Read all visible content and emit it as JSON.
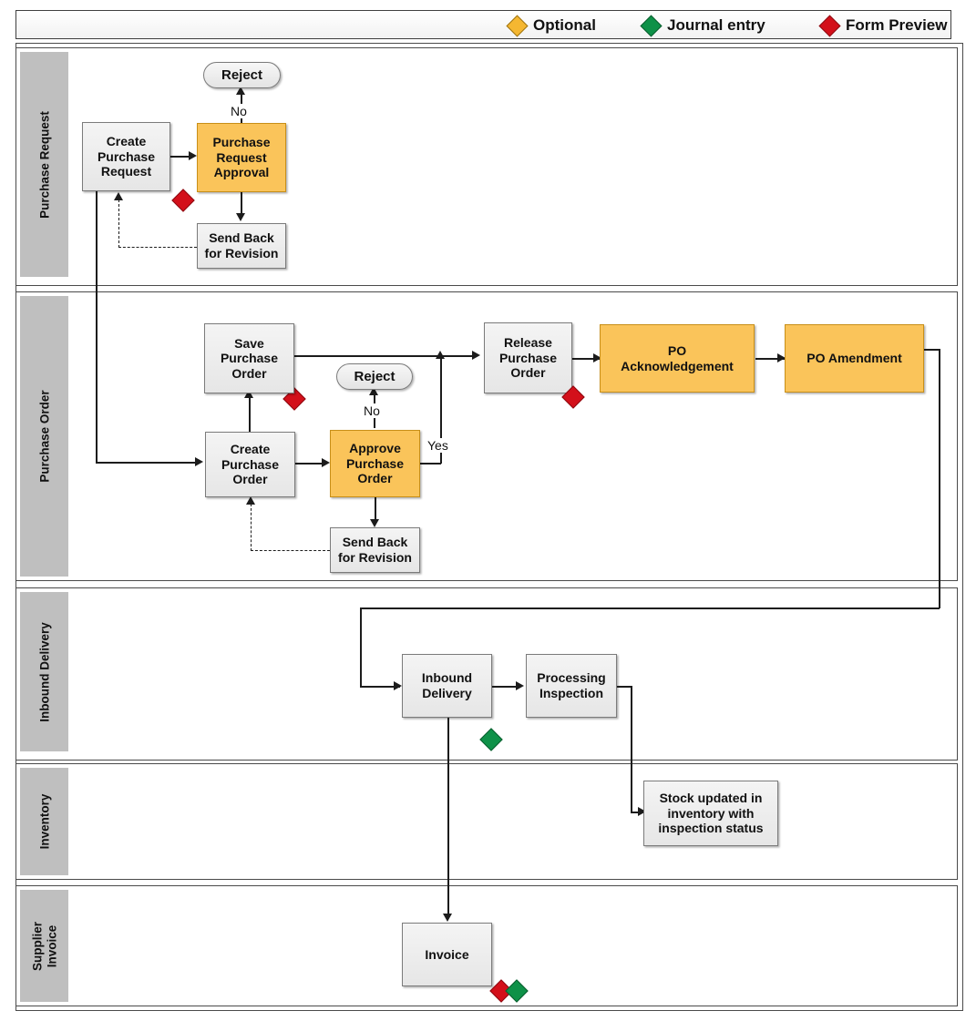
{
  "legend": {
    "items": [
      {
        "label": "Optional",
        "icon": "diamond-icon",
        "color": "#f5b731"
      },
      {
        "label": "Journal entry",
        "icon": "diamond-icon",
        "color": "#0e9148"
      },
      {
        "label": "Form Preview",
        "icon": "diamond-icon",
        "color": "#d3101a"
      }
    ]
  },
  "lanes": [
    {
      "label": "Purchase Request"
    },
    {
      "label": "Purchase Order"
    },
    {
      "label": "Inbound Delivery"
    },
    {
      "label": "Inventory"
    },
    {
      "label": "Supplier Invoice"
    }
  ],
  "nodes": {
    "reject_pr": "Reject",
    "create_purchase_request": "Create\nPurchase\nRequest",
    "purchase_request_approval": "Purchase\nRequest\nApproval",
    "send_back_pr": "Send Back\nfor Revision",
    "save_purchase_order": "Save\nPurchase\nOrder",
    "reject_po": "Reject",
    "create_purchase_order": "Create\nPurchase\nOrder",
    "approve_purchase_order": "Approve\nPurchase\nOrder",
    "send_back_po": "Send Back\nfor Revision",
    "release_purchase_order": "Release\nPurchase\nOrder",
    "po_acknowledgement": "PO\nAcknowledgement",
    "po_amendment": "PO Amendment",
    "inbound_delivery": "Inbound\nDelivery",
    "processing_inspection": "Processing\nInspection",
    "stock_updated": "Stock updated in\ninventory with\ninspection status",
    "invoice": "Invoice"
  },
  "edge_labels": {
    "no_pr": "No",
    "no_po": "No",
    "yes_po": "Yes"
  },
  "colors": {
    "optional_fill": "#fac45a",
    "default_fill": "#ececec",
    "lane_header": "#bfbfbf",
    "form_preview": "#d3101a",
    "journal_entry": "#0e9148"
  }
}
